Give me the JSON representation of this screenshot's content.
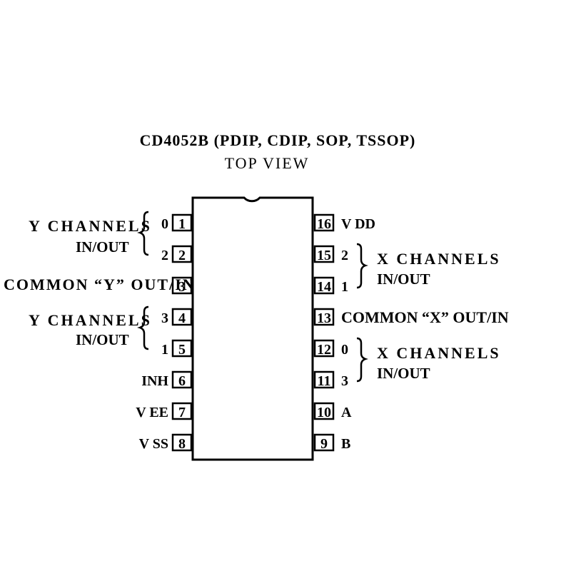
{
  "title": "CD4052B (PDIP, CDIP, SOP, TSSOP)",
  "subtitle": "TOP VIEW",
  "left_pins": [
    {
      "number": "1",
      "label": "0"
    },
    {
      "number": "2",
      "label": "2"
    },
    {
      "number": "3",
      "label": ""
    },
    {
      "number": "4",
      "label": "3"
    },
    {
      "number": "5",
      "label": "1"
    },
    {
      "number": "6",
      "label": "INH"
    },
    {
      "number": "7",
      "label": "V EE"
    },
    {
      "number": "8",
      "label": "V SS"
    }
  ],
  "right_pins": [
    {
      "number": "16",
      "label": "V DD"
    },
    {
      "number": "15",
      "label": "2"
    },
    {
      "number": "14",
      "label": "1"
    },
    {
      "number": "13",
      "label": "COMMON “X” OUT/IN"
    },
    {
      "number": "12",
      "label": "0"
    },
    {
      "number": "11",
      "label": "3"
    },
    {
      "number": "10",
      "label": "A"
    },
    {
      "number": "9",
      "label": "B"
    }
  ],
  "groups": {
    "y_top_1": "Y CHANNELS",
    "y_top_2": "IN/OUT",
    "common_y": "COMMON “Y” OUT/IN",
    "y_bottom_1": "Y CHANNELS",
    "y_bottom_2": "IN/OUT",
    "x_top_1": "X CHANNELS",
    "x_top_2": "IN/OUT",
    "x_bottom_1": "X CHANNELS",
    "x_bottom_2": "IN/OUT"
  }
}
